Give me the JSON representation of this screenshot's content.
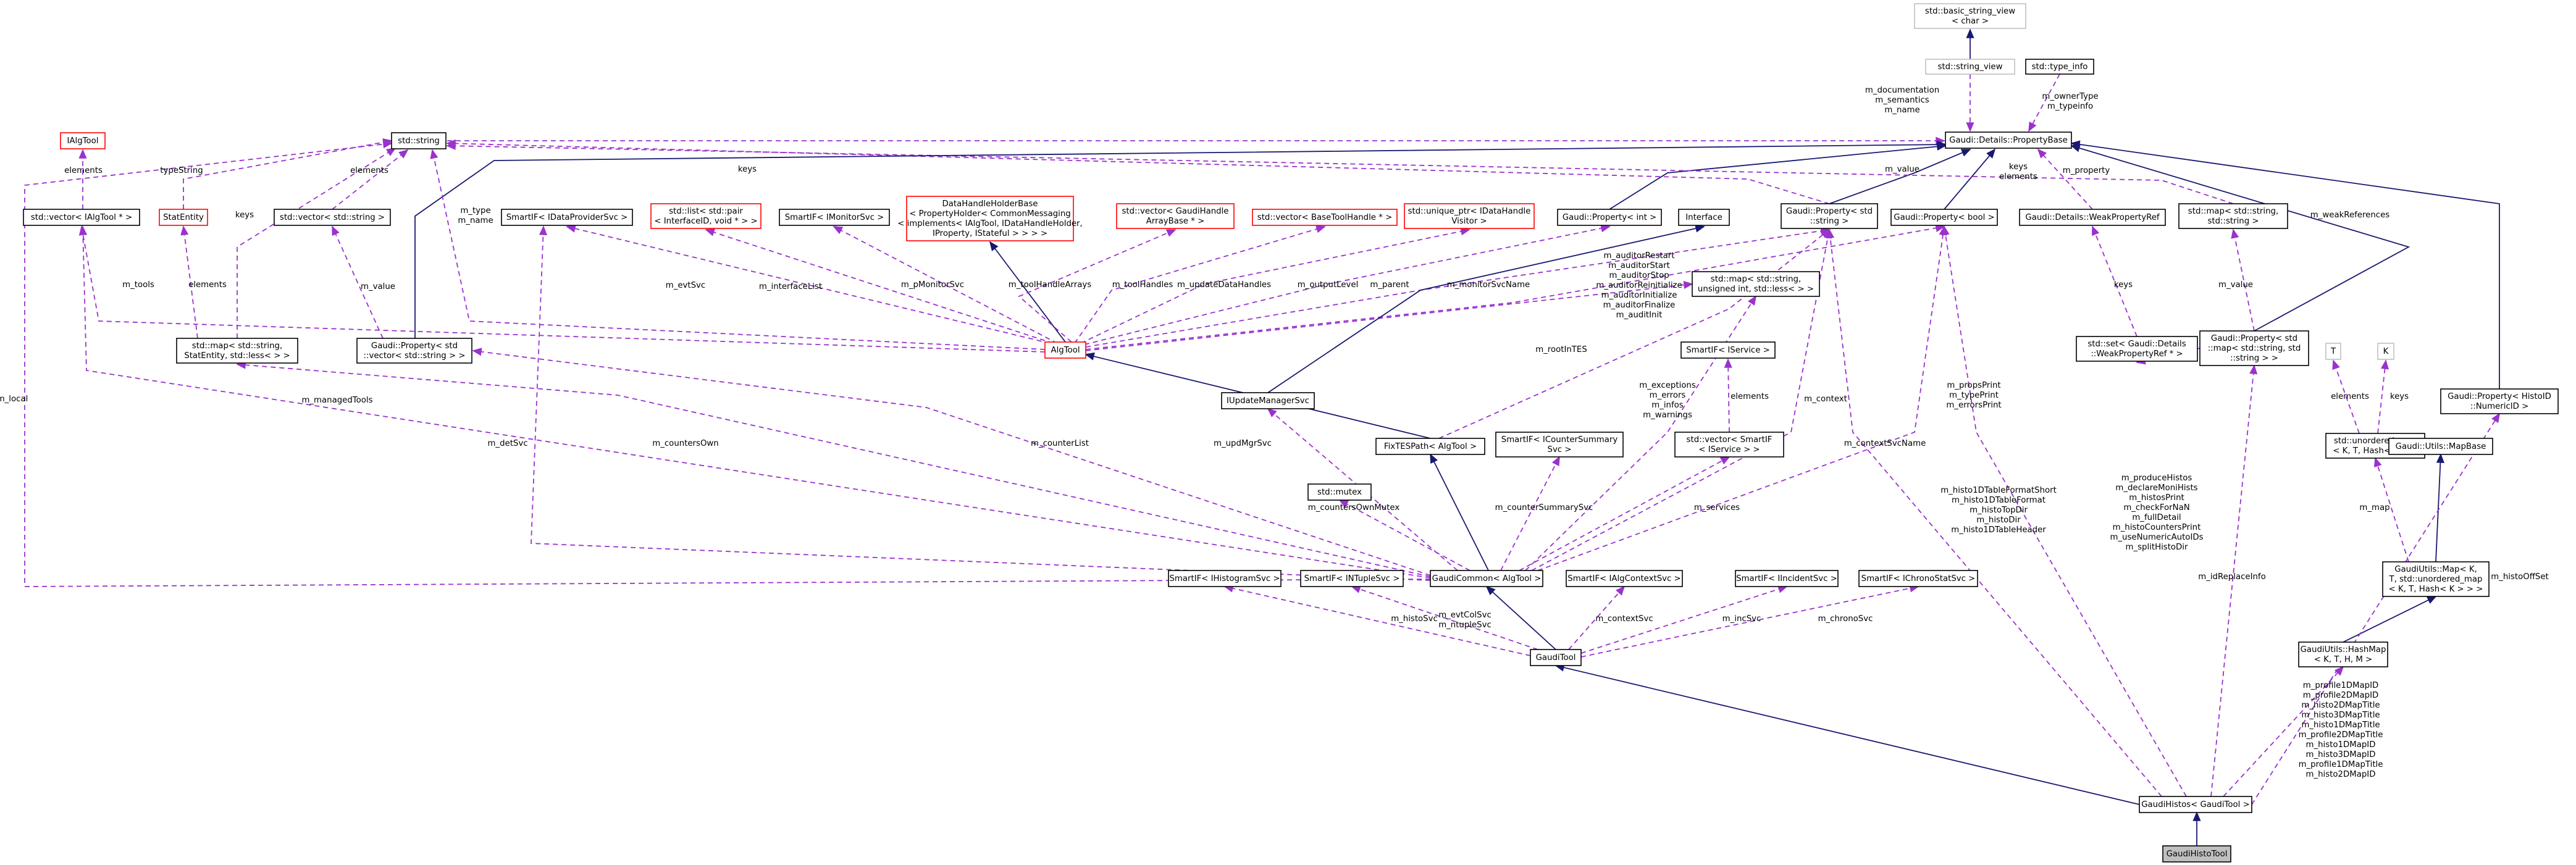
{
  "nodes": [
    {
      "id": "ialgtool",
      "lines": [
        "IAlgTool"
      ],
      "style": "red"
    },
    {
      "id": "stdstring",
      "lines": [
        "std::string"
      ],
      "style": "normal"
    },
    {
      "id": "vec_ialgtool",
      "lines": [
        "std::vector< IAlgTool * >"
      ],
      "style": "normal"
    },
    {
      "id": "statentity",
      "lines": [
        "StatEntity"
      ],
      "style": "red"
    },
    {
      "id": "vec_string",
      "lines": [
        "std::vector< std::string >"
      ],
      "style": "normal"
    },
    {
      "id": "sp_dataprov",
      "lines": [
        "SmartIF< IDataProviderSvc >"
      ],
      "style": "normal"
    },
    {
      "id": "list_pair",
      "lines": [
        "std::list< std::pair",
        "< InterfaceID, void * > >"
      ],
      "style": "red"
    },
    {
      "id": "sp_monitor",
      "lines": [
        "SmartIF< IMonitorSvc >"
      ],
      "style": "normal"
    },
    {
      "id": "dhhbase",
      "lines": [
        "DataHandleHolderBase",
        "< PropertyHolder< CommonMessaging",
        "< implements< IAlgTool, IDataHandleHolder,",
        "IProperty, IStateful > > > >"
      ],
      "style": "red"
    },
    {
      "id": "vec_gaudihandle",
      "lines": [
        "std::vector< GaudiHandle",
        "ArrayBase * >"
      ],
      "style": "red"
    },
    {
      "id": "vec_basetoolhandle",
      "lines": [
        "std::vector< BaseToolHandle * >"
      ],
      "style": "red"
    },
    {
      "id": "uptr_idhv",
      "lines": [
        "std::unique_ptr< IDataHandle",
        "Visitor >"
      ],
      "style": "red"
    },
    {
      "id": "prop_int",
      "lines": [
        "Gaudi::Property< int >"
      ],
      "style": "normal"
    },
    {
      "id": "interface",
      "lines": [
        "Interface"
      ],
      "style": "normal"
    },
    {
      "id": "prop_string",
      "lines": [
        "Gaudi::Property< std",
        "::string >"
      ],
      "style": "normal"
    },
    {
      "id": "prop_bool",
      "lines": [
        "Gaudi::Property< bool >"
      ],
      "style": "normal"
    },
    {
      "id": "weakpropref",
      "lines": [
        "Gaudi::Details::WeakPropertyRef"
      ],
      "style": "normal"
    },
    {
      "id": "map_string_string",
      "lines": [
        "std::map< std::string,",
        "std::string >"
      ],
      "style": "normal"
    },
    {
      "id": "basic_string_view",
      "lines": [
        "std::basic_string_view",
        "< char >"
      ],
      "style": "gray"
    },
    {
      "id": "string_view",
      "lines": [
        "std::string_view"
      ],
      "style": "gray"
    },
    {
      "id": "type_info",
      "lines": [
        "std::type_info"
      ],
      "style": "normal"
    },
    {
      "id": "propertybase",
      "lines": [
        "Gaudi::Details::PropertyBase"
      ],
      "style": "normal"
    },
    {
      "id": "map_string_statentity",
      "lines": [
        "std::map< std::string,",
        "StatEntity, std::less< > >"
      ],
      "style": "normal"
    },
    {
      "id": "prop_vec_string",
      "lines": [
        "Gaudi::Property< std",
        "::vector< std::string > >"
      ],
      "style": "normal"
    },
    {
      "id": "algtool",
      "lines": [
        "AlgTool"
      ],
      "style": "red"
    },
    {
      "id": "map_string_uint",
      "lines": [
        "std::map< std::string,",
        "unsigned int, std::less< > >"
      ],
      "style": "normal"
    },
    {
      "id": "set_weakpropref",
      "lines": [
        "std::set< Gaudi::Details",
        "::WeakPropertyRef * >"
      ],
      "style": "normal"
    },
    {
      "id": "prop_map_string",
      "lines": [
        "Gaudi::Property< std",
        "::map< std::string, std",
        "::string > >"
      ],
      "style": "normal"
    },
    {
      "id": "T",
      "lines": [
        "T"
      ],
      "style": "gray"
    },
    {
      "id": "K",
      "lines": [
        "K"
      ],
      "style": "gray"
    },
    {
      "id": "prop_histoid",
      "lines": [
        "Gaudi::Property< HistoID",
        "::NumericID >"
      ],
      "style": "normal"
    },
    {
      "id": "sp_iservice",
      "lines": [
        "SmartIF< IService >"
      ],
      "style": "normal"
    },
    {
      "id": "iupdatemanagersvc",
      "lines": [
        "IUpdateManagerSvc"
      ],
      "style": "normal"
    },
    {
      "id": "fixtespath",
      "lines": [
        "FixTESPath< AlgTool >"
      ],
      "style": "normal"
    },
    {
      "id": "sp_countersummary",
      "lines": [
        "SmartIF< ICounterSummary",
        "Svc >"
      ],
      "style": "normal"
    },
    {
      "id": "vec_sp_iservice",
      "lines": [
        "std::vector< SmartIF",
        "< IService > >"
      ],
      "style": "normal"
    },
    {
      "id": "unordered_map",
      "lines": [
        "std::unordered_map",
        "< K, T, Hash< K > >"
      ],
      "style": "normal"
    },
    {
      "id": "mapbase",
      "lines": [
        "Gaudi::Utils::MapBase"
      ],
      "style": "normal"
    },
    {
      "id": "stdmutex",
      "lines": [
        "std::mutex"
      ],
      "style": "normal"
    },
    {
      "id": "sp_histogram",
      "lines": [
        "SmartIF< IHistogramSvc >"
      ],
      "style": "normal"
    },
    {
      "id": "sp_ntuple",
      "lines": [
        "SmartIF< INTupleSvc >"
      ],
      "style": "normal"
    },
    {
      "id": "gaudicommon",
      "lines": [
        "GaudiCommon< AlgTool >"
      ],
      "style": "normal"
    },
    {
      "id": "sp_algcontext",
      "lines": [
        "SmartIF< IAlgContextSvc >"
      ],
      "style": "normal"
    },
    {
      "id": "sp_incident",
      "lines": [
        "SmartIF< IIncidentSvc >"
      ],
      "style": "normal"
    },
    {
      "id": "sp_chrono",
      "lines": [
        "SmartIF< IChronoStatSvc >"
      ],
      "style": "normal"
    },
    {
      "id": "utils_map",
      "lines": [
        "GaudiUtils::Map< K,",
        "T, std::unordered_map",
        "< K, T, Hash< K > > >"
      ],
      "style": "normal"
    },
    {
      "id": "gauditool",
      "lines": [
        "GaudiTool"
      ],
      "style": "normal"
    },
    {
      "id": "hashmap",
      "lines": [
        "GaudiUtils::HashMap",
        "< K, T, H, M >"
      ],
      "style": "normal"
    },
    {
      "id": "gaudihistos",
      "lines": [
        "GaudiHistos< GaudiTool >"
      ],
      "style": "normal"
    },
    {
      "id": "gaudihistotool",
      "lines": [
        "GaudiHistoTool"
      ],
      "style": "focus"
    }
  ],
  "edge_labels": [
    {
      "id": "l_elements1",
      "lines": [
        "elements"
      ]
    },
    {
      "id": "l_typestring",
      "lines": [
        "typeString"
      ]
    },
    {
      "id": "l_elements2",
      "lines": [
        "elements"
      ]
    },
    {
      "id": "l_keys1",
      "lines": [
        "keys"
      ]
    },
    {
      "id": "l_keys2",
      "lines": [
        "keys"
      ]
    },
    {
      "id": "l_mtype",
      "lines": [
        "m_type",
        "m_name"
      ]
    },
    {
      "id": "l_mvalue_top",
      "lines": [
        "m_value"
      ]
    },
    {
      "id": "l_mtools",
      "lines": [
        "m_tools"
      ]
    },
    {
      "id": "l_elements3",
      "lines": [
        "elements"
      ]
    },
    {
      "id": "l_mvalue_vec",
      "lines": [
        "m_value"
      ]
    },
    {
      "id": "l_mevtsvc",
      "lines": [
        "m_evtSvc"
      ]
    },
    {
      "id": "l_minterfacelist",
      "lines": [
        "m_interfaceList"
      ]
    },
    {
      "id": "l_mpmonitorsvc",
      "lines": [
        "m_pMonitorSvc"
      ]
    },
    {
      "id": "l_mtoolhandlearrays",
      "lines": [
        "m_toolHandleArrays"
      ]
    },
    {
      "id": "l_mtoolhandles",
      "lines": [
        "m_toolHandles"
      ]
    },
    {
      "id": "l_mupdatedatahandles",
      "lines": [
        "m_updateDataHandles"
      ]
    },
    {
      "id": "l_moutputlevel",
      "lines": [
        "m_outputLevel"
      ]
    },
    {
      "id": "l_mparent",
      "lines": [
        "m_parent"
      ]
    },
    {
      "id": "l_mmonitorsvcname",
      "lines": [
        "m_monitorSvcName"
      ]
    },
    {
      "id": "l_mauditor",
      "lines": [
        "m_auditorRestart",
        "m_auditorStart",
        "m_auditorStop",
        "m_auditorReinitialize",
        "m_auditorInitialize",
        "m_auditorFinalize",
        "m_auditInit"
      ]
    },
    {
      "id": "l_mdocumentation",
      "lines": [
        "m_documentation",
        "m_semantics",
        "m_name"
      ]
    },
    {
      "id": "l_mownertype",
      "lines": [
        "m_ownerType",
        "m_typeinfo"
      ]
    },
    {
      "id": "l_mvalue_right",
      "lines": [
        "m_value"
      ]
    },
    {
      "id": "l_keys_elements",
      "lines": [
        "keys",
        "elements"
      ]
    },
    {
      "id": "l_mproperty",
      "lines": [
        "m_property"
      ]
    },
    {
      "id": "l_mweakreferences",
      "lines": [
        "m_weakReferences"
      ]
    },
    {
      "id": "l_keys3",
      "lines": [
        "keys"
      ]
    },
    {
      "id": "l_mvalue_map",
      "lines": [
        "m_value"
      ]
    },
    {
      "id": "l_mroottes",
      "lines": [
        "m_rootInTES"
      ]
    },
    {
      "id": "l_elements_svc",
      "lines": [
        "elements"
      ]
    },
    {
      "id": "l_mexceptions",
      "lines": [
        "m_exceptions",
        "m_errors",
        "m_infos",
        "m_warnings"
      ]
    },
    {
      "id": "l_mpropsprint",
      "lines": [
        "m_propsPrint",
        "m_typePrint",
        "m_errorsPrint"
      ]
    },
    {
      "id": "l_mcontext",
      "lines": [
        "m_context"
      ]
    },
    {
      "id": "l_mcontextsvcname",
      "lines": [
        "m_contextSvcName"
      ]
    },
    {
      "id": "l_mlocal",
      "lines": [
        "m_local"
      ]
    },
    {
      "id": "l_mmanagedtools",
      "lines": [
        "m_managedTools"
      ]
    },
    {
      "id": "l_mcountersown",
      "lines": [
        "m_countersOwn"
      ]
    },
    {
      "id": "l_mcounterlist",
      "lines": [
        "m_counterList"
      ]
    },
    {
      "id": "l_mdetsvc",
      "lines": [
        "m_detSvc"
      ]
    },
    {
      "id": "l_mupdmgrsvc",
      "lines": [
        "m_updMgrSvc"
      ]
    },
    {
      "id": "l_mcountersownmutex",
      "lines": [
        "m_countersOwnMutex"
      ]
    },
    {
      "id": "l_mcountersummarysvc",
      "lines": [
        "m_counterSummarySvc"
      ]
    },
    {
      "id": "l_mservices",
      "lines": [
        "m_services"
      ]
    },
    {
      "id": "l_elements_t",
      "lines": [
        "elements"
      ]
    },
    {
      "id": "l_keys_k",
      "lines": [
        "keys"
      ]
    },
    {
      "id": "l_mmap",
      "lines": [
        "m_map"
      ]
    },
    {
      "id": "l_mhisto1d",
      "lines": [
        "m_histo1DTableFormatShort",
        "m_histo1DTableFormat",
        "m_histoTopDir",
        "m_histoDir",
        "m_histo1DTableHeader"
      ]
    },
    {
      "id": "l_mproducehistos",
      "lines": [
        "m_produceHistos",
        "m_declareMoniHists",
        "m_histosPrint",
        "m_checkForNaN",
        "m_fullDetail",
        "m_histoCountersPrint",
        "m_useNumericAutoIDs",
        "m_splitHistoDir"
      ]
    },
    {
      "id": "l_midreplaceinfo",
      "lines": [
        "m_idReplaceInfo"
      ]
    },
    {
      "id": "l_mhistooffset",
      "lines": [
        "m_histoOffSet"
      ]
    },
    {
      "id": "l_mhistosvc",
      "lines": [
        "m_histoSvc"
      ]
    },
    {
      "id": "l_mevtcolsvc",
      "lines": [
        "m_evtColSvc",
        "m_ntupleSvc"
      ]
    },
    {
      "id": "l_mcontextsvc",
      "lines": [
        "m_contextSvc"
      ]
    },
    {
      "id": "l_mincsvc",
      "lines": [
        "m_incSvc"
      ]
    },
    {
      "id": "l_mchronosvc",
      "lines": [
        "m_chronoSvc"
      ]
    },
    {
      "id": "l_mprofile",
      "lines": [
        "m_profile1DMapID",
        "m_profile2DMapID",
        "m_histo2DMapTitle",
        "m_histo3DMapTitle",
        "m_histo1DMapTitle",
        "m_profile2DMapTitle",
        "m_histo1DMapID",
        "m_histo3DMapID",
        "m_profile1DMapTitle",
        "m_histo2DMapID"
      ]
    }
  ]
}
